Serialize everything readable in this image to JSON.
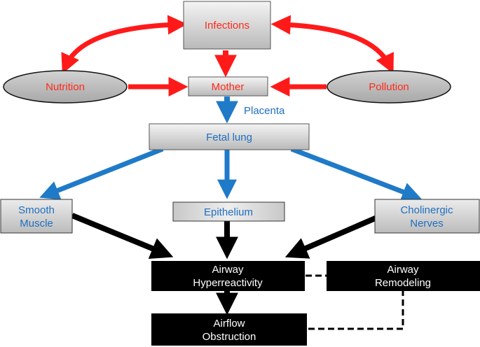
{
  "nodes": {
    "infections": "Infections",
    "nutrition": "Nutrition",
    "mother": "Mother",
    "pollution": "Pollution",
    "placenta": "Placenta",
    "fetal_lung": "Fetal lung",
    "smooth_muscle": [
      "Smooth",
      "Muscle"
    ],
    "epithelium": "Epithelium",
    "cholinergic_nerves": [
      "Cholinergic",
      "Nerves"
    ],
    "airway_hyperreactivity": [
      "Airway",
      "Hyperreactivity"
    ],
    "airway_remodeling": [
      "Airway",
      "Remodeling"
    ],
    "airflow_obstruction": [
      "Airflow",
      "Obstruction"
    ]
  },
  "colors": {
    "red_arrow": "#ff1a1a",
    "blue_arrow": "#1f7ac8",
    "black": "#000000",
    "red_text": "#ff2a1a",
    "blue_text": "#1f6fc0"
  }
}
